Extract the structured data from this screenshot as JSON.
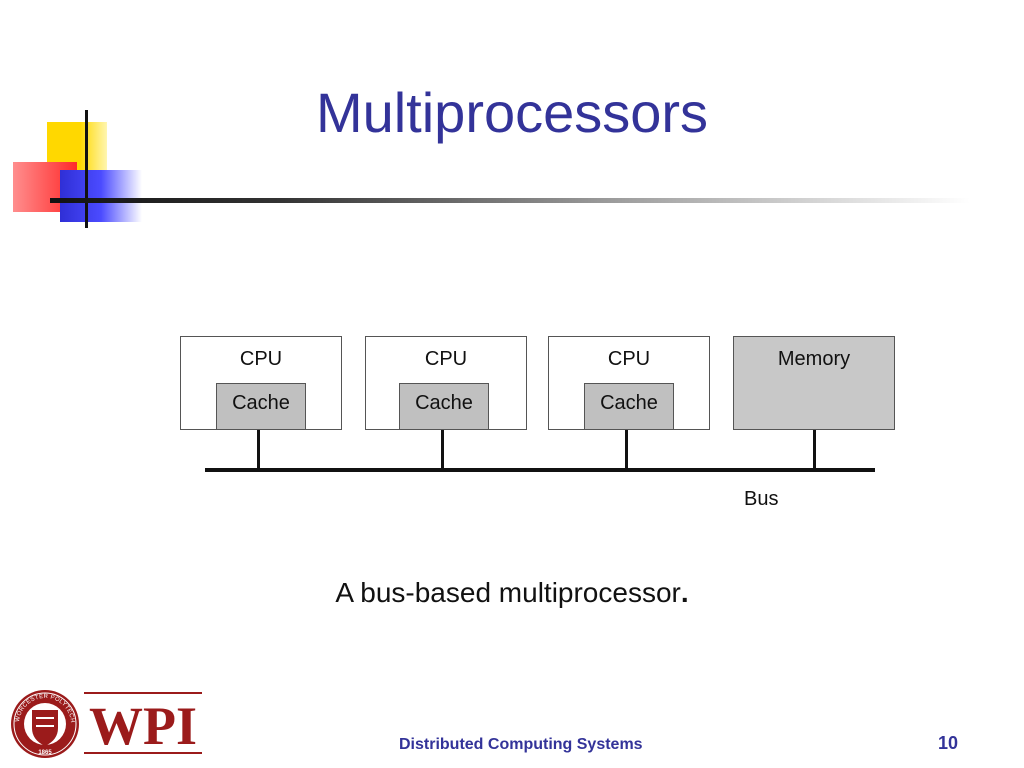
{
  "slide": {
    "title": "Multiprocessors",
    "caption_text": "A bus-based multiprocessor",
    "caption_period": "."
  },
  "diagram": {
    "units": [
      {
        "label": "CPU",
        "cache": "Cache"
      },
      {
        "label": "CPU",
        "cache": "Cache"
      },
      {
        "label": "CPU",
        "cache": "Cache"
      }
    ],
    "memory": {
      "label": "Memory"
    },
    "bus": {
      "label": "Bus"
    }
  },
  "footer": {
    "course": "Distributed Computing Systems",
    "page_number": "10",
    "logo": {
      "wordmark": "WPI",
      "seal_text_top": "WORCESTER POLYTECHNIC INSTITUTE",
      "seal_year": "1865"
    }
  },
  "colors": {
    "title": "#333399",
    "memory_fill": "#c8c8c8",
    "cache_fill": "#c0c0c0",
    "wpi_red": "#9b1b1b"
  }
}
